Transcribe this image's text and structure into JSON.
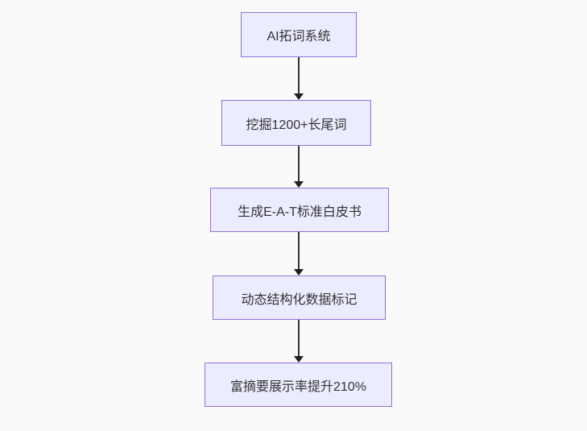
{
  "diagram": {
    "type": "flowchart",
    "direction": "top-down",
    "nodes": [
      {
        "id": "A",
        "label": "AI拓词系统"
      },
      {
        "id": "B",
        "label": "挖掘1200+长尾词"
      },
      {
        "id": "C",
        "label": "生成E-A-T标准白皮书"
      },
      {
        "id": "D",
        "label": "动态结构化数据标记"
      },
      {
        "id": "E",
        "label": "富摘要展示率提升210%"
      }
    ],
    "edges": [
      {
        "from": "A",
        "to": "B"
      },
      {
        "from": "B",
        "to": "C"
      },
      {
        "from": "C",
        "to": "D"
      },
      {
        "from": "D",
        "to": "E"
      }
    ],
    "colors": {
      "background": "#fafafa",
      "node_fill": "#ececff",
      "node_border": "#9370db",
      "node_text": "#333333",
      "arrow_line": "#333333",
      "arrow_head": "#1f1f1f"
    }
  }
}
